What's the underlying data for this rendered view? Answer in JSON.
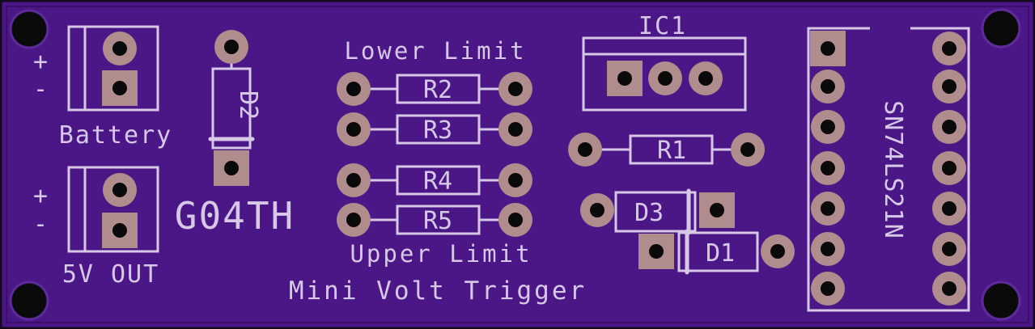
{
  "colors": {
    "board": "#4b1787",
    "board_edge": "#3a0f6c",
    "silk": "#d7c8e8",
    "copper": "#b08d8c",
    "hole": "#0a0a0a",
    "outline": "#140a1e"
  },
  "labels": {
    "battery": "Battery",
    "out5v": "5V OUT",
    "plus": "+",
    "minus": "-",
    "author": "G04TH",
    "lower_limit": "Lower Limit",
    "upper_limit": "Upper Limit",
    "title": "Mini Volt Trigger",
    "ic1": "IC1",
    "chip": "SN74LS21N"
  },
  "components": {
    "r1": "R1",
    "r2": "R2",
    "r3": "R3",
    "r4": "R4",
    "r5": "R5",
    "d1": "D1",
    "d2": "D2",
    "d3": "D3"
  }
}
